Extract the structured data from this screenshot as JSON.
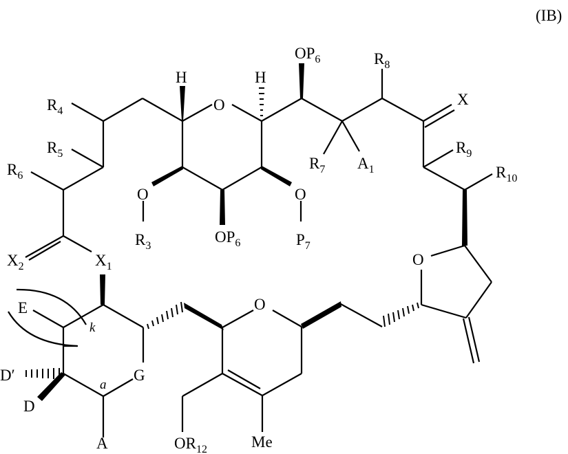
{
  "figure": {
    "compound_label": "(IB)",
    "background": "#ffffff",
    "ink_color": "#000000"
  },
  "labels": {
    "top_ring": {
      "H_left": "H",
      "O_ring": "O",
      "H_right": "H",
      "O_R3_O": "O",
      "R3": "R",
      "R3_sub": "3",
      "OP6_bottom": "OP",
      "OP6_bottom_sub": "6",
      "O_P7_O": "O",
      "P7": "P",
      "P7_sub": "7"
    },
    "chain_left": {
      "R4": "R",
      "R4_sub": "4",
      "R5": "R",
      "R5_sub": "5",
      "R6": "R",
      "R6_sub": "6",
      "X2": "X",
      "X2_sub": "2",
      "X1": "X",
      "X1_sub": "1"
    },
    "chain_right": {
      "OP6_top": "OP",
      "OP6_top_sub": "6",
      "R8": "R",
      "R8_sub": "8",
      "X": "X",
      "R7": "R",
      "R7_sub": "7",
      "A1": "A",
      "A1_sub": "1",
      "R9": "R",
      "R9_sub": "9",
      "R10": "R",
      "R10_sub": "10"
    },
    "thf_ring": {
      "O": "O"
    },
    "left_ring": {
      "E": "E",
      "k": "k",
      "D_prime": "D′",
      "D": "D",
      "a": "a",
      "G": "G",
      "A": "A"
    },
    "dihydropyran": {
      "O": "O",
      "OR12": "OR",
      "OR12_sub": "12",
      "Me": "Me"
    }
  }
}
